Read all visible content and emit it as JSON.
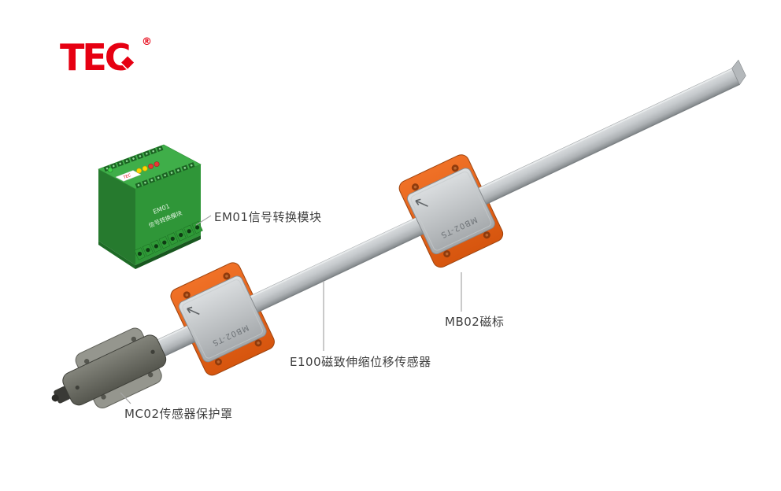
{
  "page": {
    "background": "#ffffff"
  },
  "logo": {
    "text": "TEC",
    "registered": "®",
    "color": "#e60012"
  },
  "callouts": {
    "em01": "EM01信号转换模块",
    "e100": "E100磁致伸缩位移传感器",
    "mb02": "MB02磁标",
    "mc02": "MC02传感器保护罩"
  },
  "module": {
    "chip": "TEC",
    "face_line1": "EM01",
    "face_line2": "信号转换模块"
  },
  "marker": {
    "engraving": "MB02-TS"
  },
  "colors": {
    "logo_red": "#e60012",
    "marker_orange": "#e8611a",
    "module_green": "#36a63c",
    "bar_gray": "#c3c7ca",
    "cover_gray": "#6b6c63",
    "label_text": "#3f3f3f",
    "leader_line": "#a6a6a6"
  }
}
